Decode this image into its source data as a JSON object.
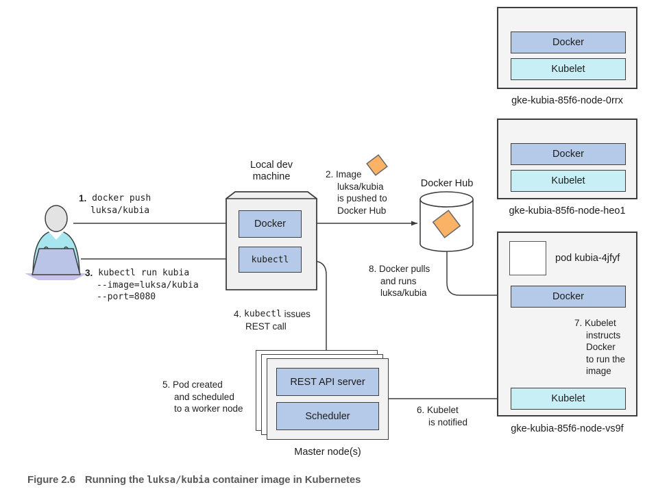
{
  "figure": {
    "caption_label": "Figure 2.6",
    "caption_before_code": "Running the ",
    "caption_code": "luksa/kubia",
    "caption_after_code": " container image in Kubernetes"
  },
  "colors": {
    "box_blue": "#b5c9e8",
    "box_cyan": "#c8eef6",
    "node_bg": "#f4f4f4",
    "diamond_orange": "#f9b266",
    "line_dark": "#3d3d3d",
    "person_body_cyan": "#a8e6ef",
    "laptop_lavender": "#b9c4e7",
    "caption_gray": "#595959"
  },
  "local_machine": {
    "title": "Local dev\nmachine",
    "docker_label": "Docker",
    "kubectl_label": "kubectl"
  },
  "docker_hub": {
    "label": "Docker Hub"
  },
  "master": {
    "label": "Master node(s)",
    "rest_api_label": "REST API server",
    "scheduler_label": "Scheduler"
  },
  "nodes": [
    {
      "name": "gke-kubia-85f6-node-0rrx",
      "docker_label": "Docker",
      "kubelet_label": "Kubelet"
    },
    {
      "name": "gke-kubia-85f6-node-heo1",
      "docker_label": "Docker",
      "kubelet_label": "Kubelet"
    },
    {
      "name": "gke-kubia-85f6-node-vs9f",
      "docker_label": "Docker",
      "kubelet_label": "Kubelet",
      "pod_label": "pod kubia-4jfyf"
    }
  ],
  "steps": {
    "s1": {
      "num": "1.",
      "code": " docker push\nluksa/kubia"
    },
    "s2": {
      "text": "2. Image\nluksa/kubia\nis pushed to\nDocker Hub"
    },
    "s3": {
      "num": "3.",
      "code": " kubectl run kubia\n--image=luksa/kubia\n--port=8080"
    },
    "s4": {
      "num": "4. ",
      "code": "kubectl",
      "rest": " issues\nREST call"
    },
    "s5": {
      "text": "5. Pod created\nand scheduled\nto a worker node"
    },
    "s6": {
      "text": "6. Kubelet\nis notified"
    },
    "s7": {
      "text": "7. Kubelet\ninstructs\nDocker\nto run the\nimage"
    },
    "s8": {
      "text": "8. Docker pulls\nand runs\nluksa/kubia"
    }
  }
}
